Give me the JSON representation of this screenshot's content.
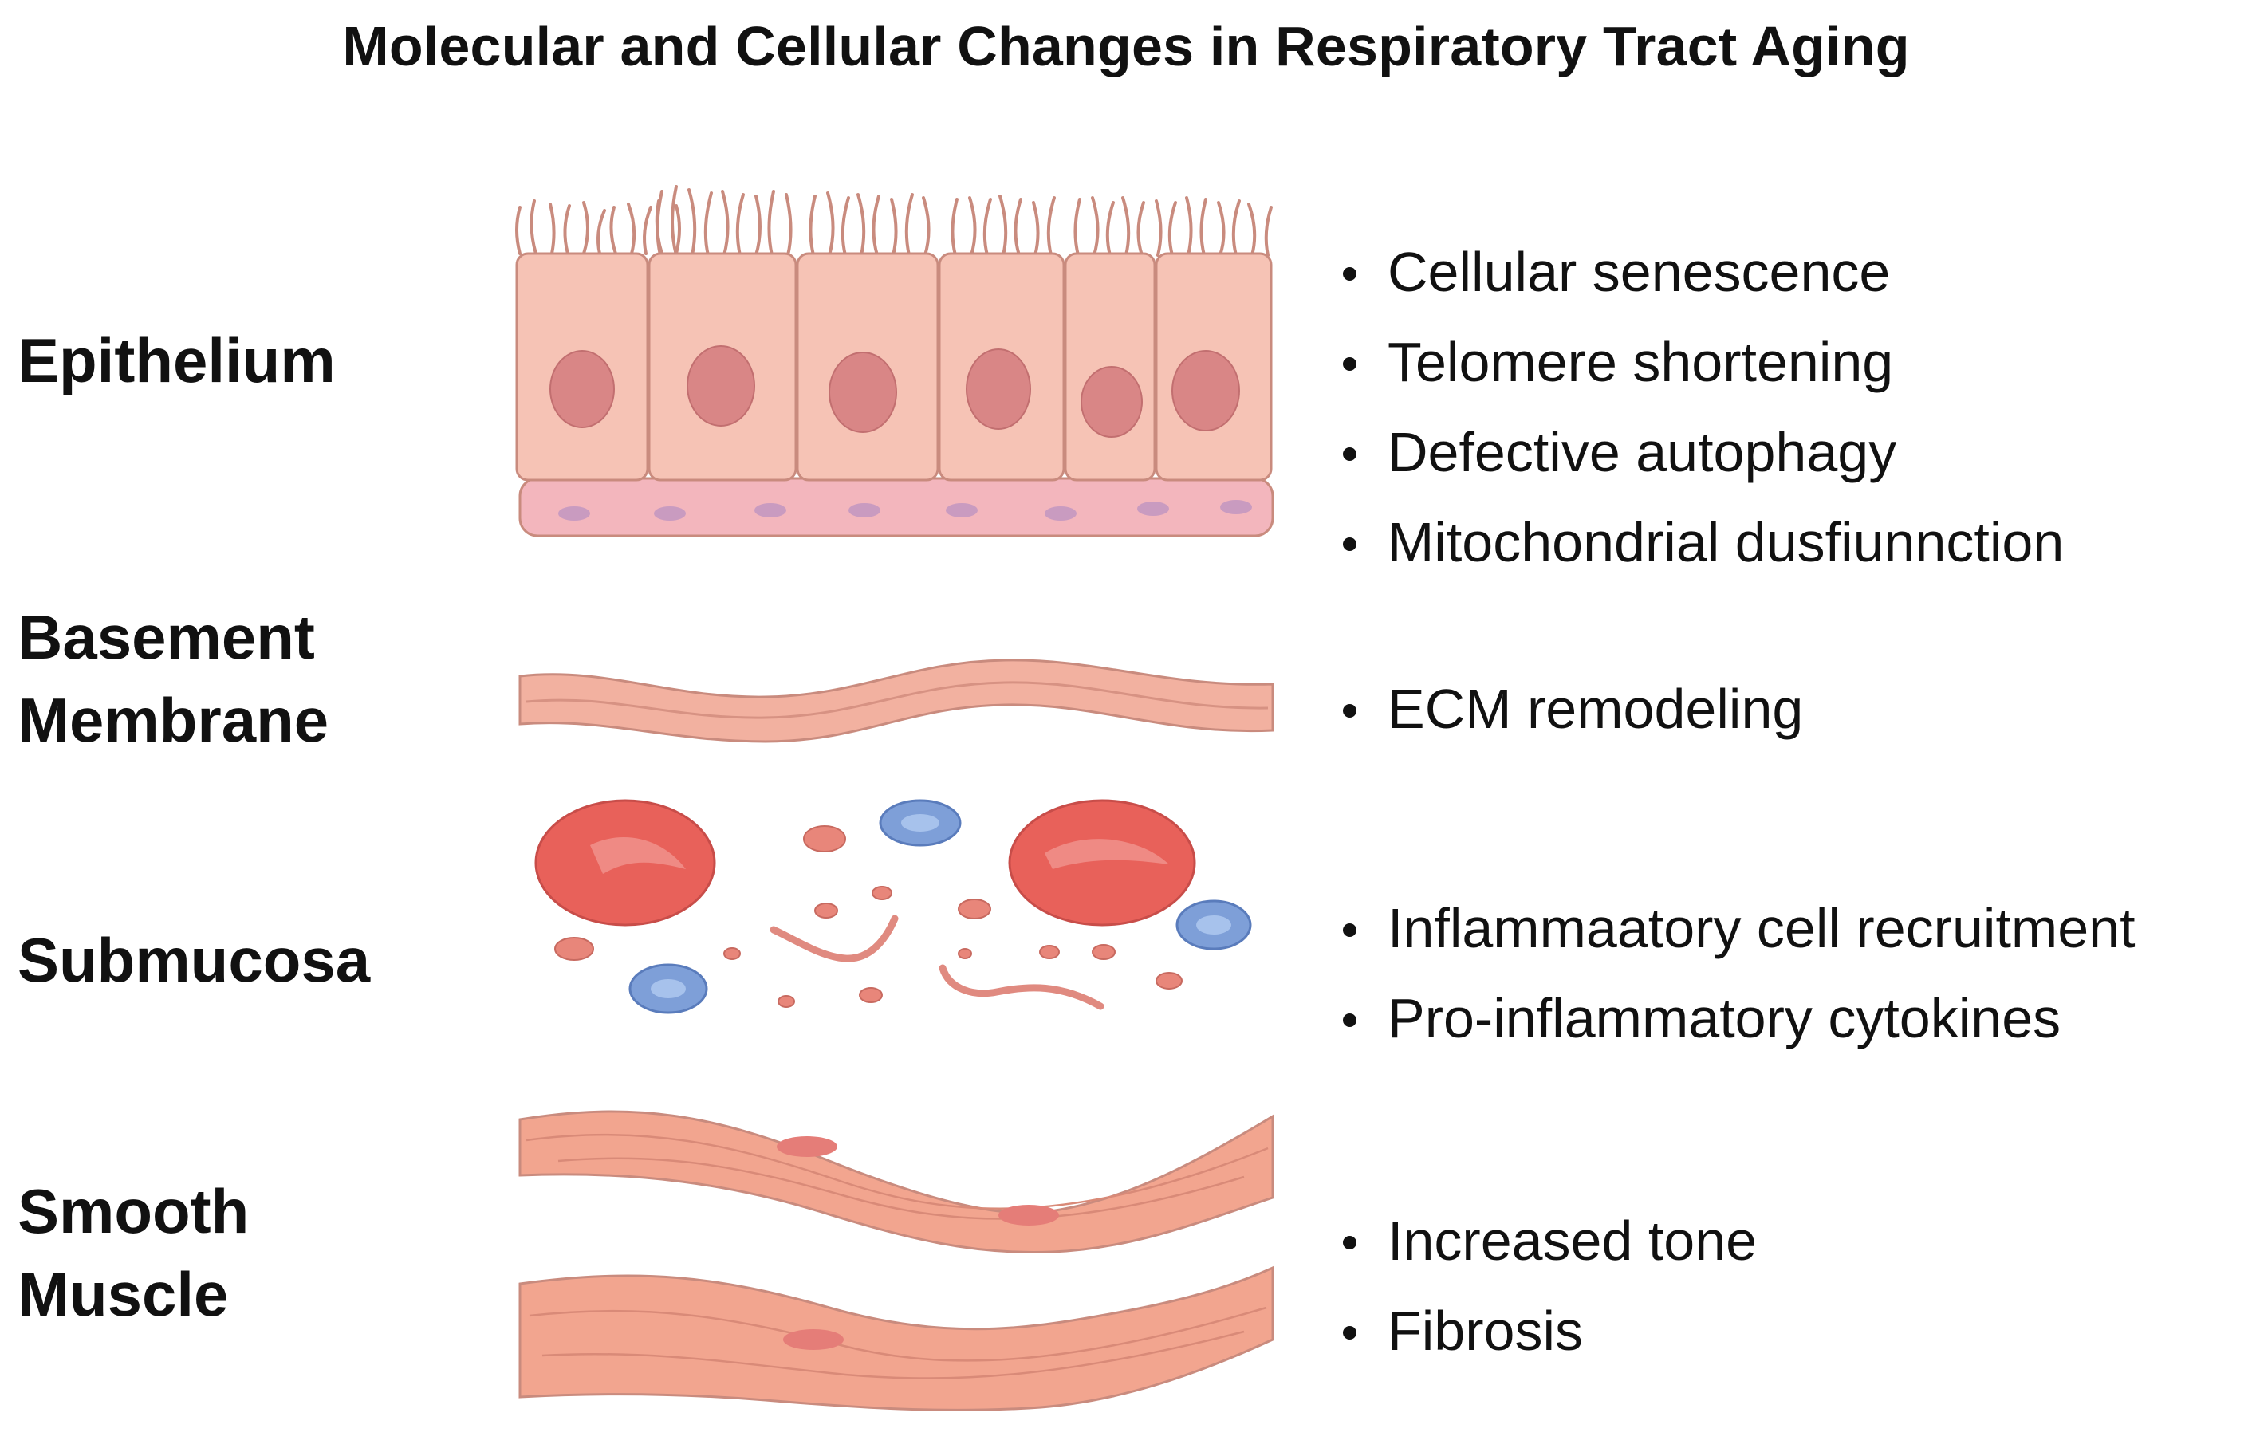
{
  "title": "Molecular and Cellular Changes in Respiratory Tract Aging",
  "layers": [
    {
      "name_lines": [
        "Epithelium"
      ],
      "changes": [
        "Cellular senescence",
        "Telomere shortening",
        "Defective autophagy",
        "Mitochondrial dusfiunnction"
      ]
    },
    {
      "name_lines": [
        "Basement",
        "Membrane"
      ],
      "changes": [
        "ECM remodeling"
      ]
    },
    {
      "name_lines": [
        "Submucosa"
      ],
      "changes": [
        "Inflammaatory cell recruitment",
        "Pro-inflammatory cytokines"
      ]
    },
    {
      "name_lines": [
        "Smooth",
        "Muscle"
      ],
      "changes": [
        "Increased tone",
        "Fibrosis"
      ]
    }
  ],
  "colors": {
    "cell_fill": "#f6c3b5",
    "cell_stroke": "#c98b7e",
    "nucleus": "#d98686",
    "basal_layer": "#f3b6bd",
    "membrane": "#f2b1a0",
    "rbc": "#e8615a",
    "leukocyte": "#7e9fd8",
    "muscle": "#f2a58f",
    "muscle_nucleus": "#e57d78"
  }
}
